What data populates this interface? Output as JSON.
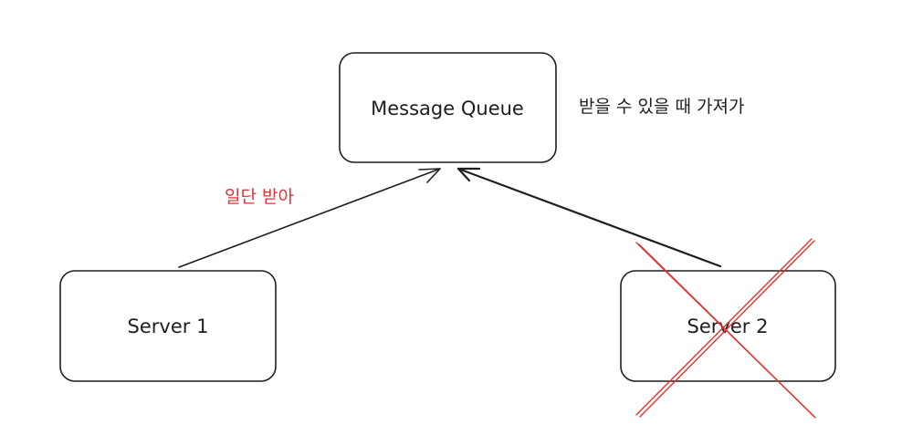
{
  "nodes": {
    "message_queue": {
      "label": "Message Queue"
    },
    "server1": {
      "label": "Server 1"
    },
    "server2": {
      "label": "Server 2"
    }
  },
  "annotations": {
    "queue_note": {
      "text": "받을 수 있을 때 가져가",
      "color": "#1e1e1e"
    },
    "server1_note": {
      "text": "일단 받아",
      "color": "#e03131"
    }
  },
  "edges": [
    {
      "from": "Server 1",
      "to": "Message Queue"
    },
    {
      "from": "Server 2",
      "to": "Message Queue"
    }
  ],
  "markers": {
    "server2_cross": {
      "meaning": "server down / unavailable",
      "color": "#e03131"
    }
  }
}
